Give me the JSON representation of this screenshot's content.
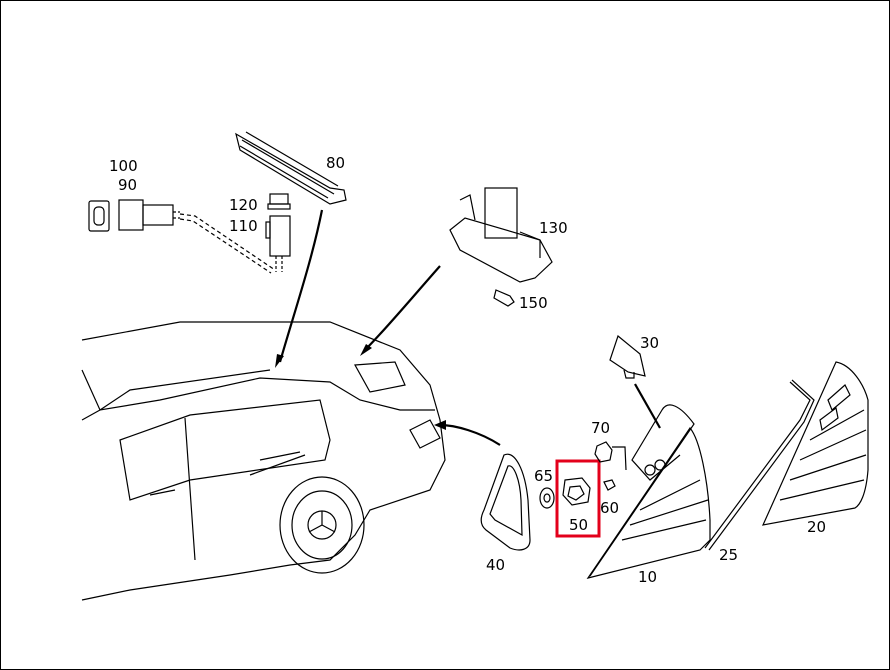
{
  "parts": {
    "p100": "100",
    "p90": "90",
    "p80": "80",
    "p120": "120",
    "p110": "110",
    "p130": "130",
    "p150": "150",
    "p30": "30",
    "p70": "70",
    "p65": "65",
    "p50": "50",
    "p60": "60",
    "p40": "40",
    "p10": "10",
    "p25": "25",
    "p20": "20"
  },
  "highlight": {
    "part": "50",
    "color": "#e3001b"
  }
}
